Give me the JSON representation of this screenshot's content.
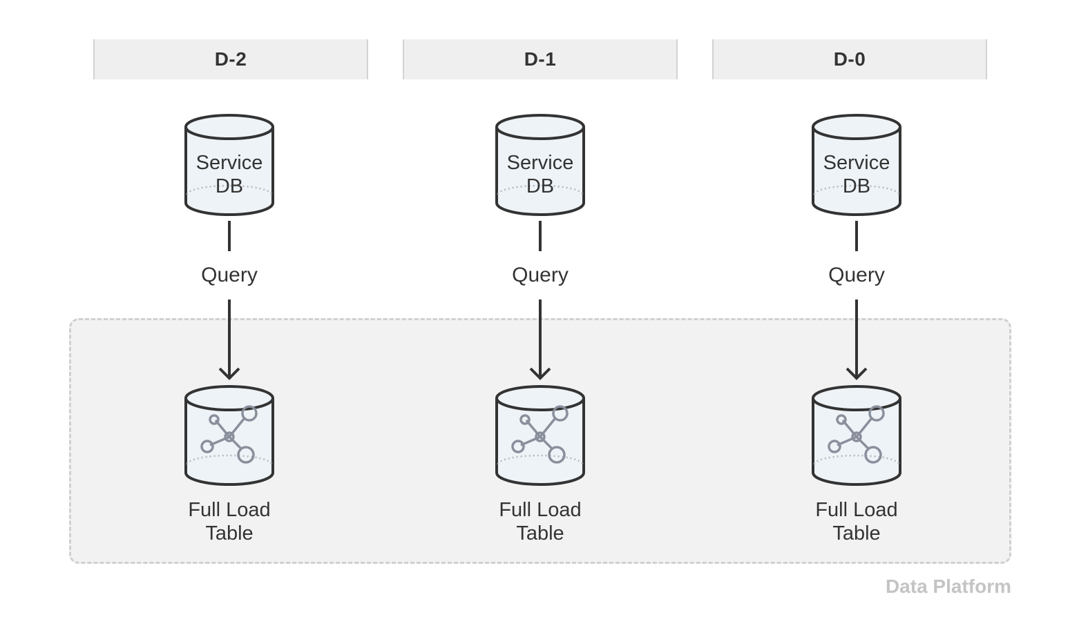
{
  "days": [
    {
      "header": "D-2",
      "source_line1": "Service",
      "source_line2": "DB",
      "process": "Query",
      "target_line1": "Full Load",
      "target_line2": "Table"
    },
    {
      "header": "D-1",
      "source_line1": "Service",
      "source_line2": "DB",
      "process": "Query",
      "target_line1": "Full Load",
      "target_line2": "Table"
    },
    {
      "header": "D-0",
      "source_line1": "Service",
      "source_line2": "DB",
      "process": "Query",
      "target_line1": "Full Load",
      "target_line2": "Table"
    }
  ],
  "platform": {
    "label": "Data Platform"
  },
  "icons": {
    "source": "database-cylinder-icon",
    "target": "graph-network-icon"
  },
  "colors": {
    "stroke": "#333333",
    "header_bg": "#efefef",
    "platform_bg": "#f2f2f2",
    "platform_border": "#d0d0d0",
    "platform_label": "#c4c4c4",
    "cylinder_fill": "#eef3f7",
    "graph_icon": "#8a8f9c"
  }
}
